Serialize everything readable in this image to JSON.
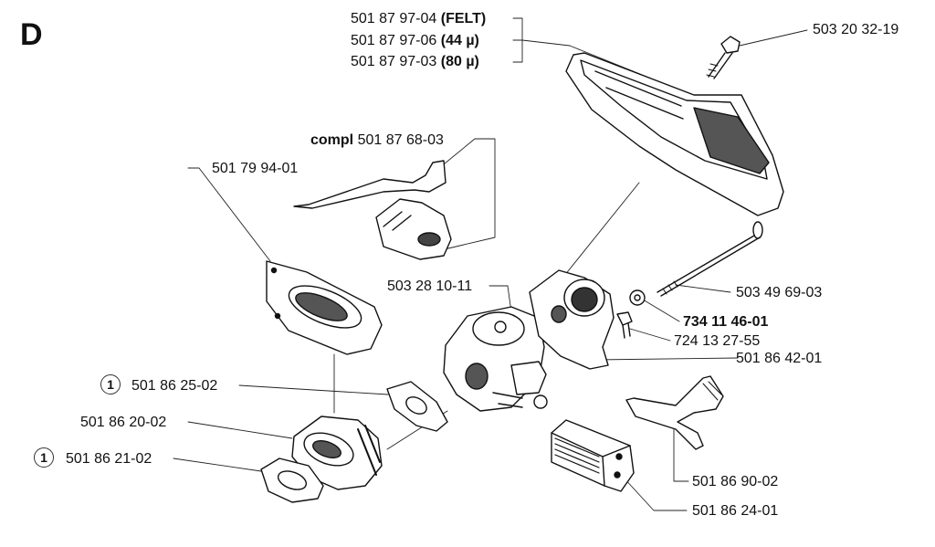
{
  "section_letter": "D",
  "parts": {
    "filter_felt": {
      "number": "501 87 97-04",
      "variant": "(FELT)"
    },
    "filter_44": {
      "number": "501 87 97-06",
      "variant": "(44 µ)"
    },
    "filter_80": {
      "number": "501 87 97-03",
      "variant": "(80 µ)"
    },
    "screw_top": {
      "number": "503 20 32-19"
    },
    "choke_compl": {
      "prefix": "compl",
      "number": "501 87 68-03"
    },
    "gasket_plate": {
      "number": "501 79 94-01"
    },
    "carburetor": {
      "number": "503 28 10-11"
    },
    "long_bolt": {
      "number": "503 49 69-03"
    },
    "washer": {
      "number": "734 11 46-01"
    },
    "small_screw": {
      "number": "724 13 27-55"
    },
    "carb_housing": {
      "number": "501 86 42-01"
    },
    "gasket_small": {
      "number": "501 86 25-02",
      "ref": "1"
    },
    "intake_flange": {
      "number": "501 86 20-02"
    },
    "gasket_flange": {
      "number": "501 86 21-02",
      "ref": "1"
    },
    "throttle_lever": {
      "number": "501 86 90-02"
    },
    "filter_element": {
      "number": "501 86 24-01"
    }
  }
}
